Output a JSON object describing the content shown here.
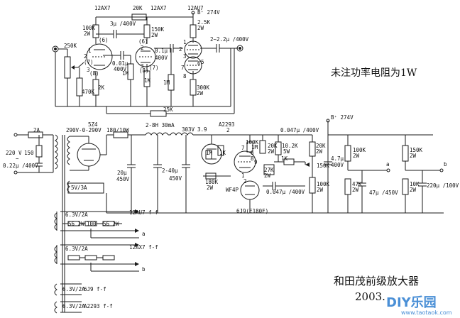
{
  "note": "未注功率电阻为1W",
  "title": "和田茂前级放大器",
  "date": "2003.",
  "watermark": {
    "logo": "DIY乐园",
    "url": "www.taotaok.com"
  },
  "upper": {
    "tube1": "12AX7",
    "tube2": "12AX7",
    "tube3": "12AU7",
    "r_top": "20K",
    "supply": "B⁺ 274V",
    "r100k": "100K",
    "r100k_w": "2W",
    "c3u": "3μ /400V",
    "r150k": "150K",
    "r150k_w": "2W",
    "r25k": "2.5K",
    "r25k_w": "2W",
    "c22": "2~2.2μ /400V",
    "pot": "250K",
    "c001": "0.01μ",
    "c001_v": "400V",
    "c01": "0.1μ",
    "c01_v": "400V",
    "r470k": "470K",
    "r2k": "2K",
    "r1m_a": "1M",
    "r1m_b": "1M",
    "r1k": "1K",
    "r300k": "300K",
    "r300k_w": "2W",
    "r25k_fb": "25K",
    "pins": [
      "(6)",
      "(7)",
      "(8)",
      "(6)",
      "(7)",
      "(8)",
      "1",
      "2",
      "3",
      "1",
      "2",
      "3",
      "5",
      "6",
      "7",
      "8",
      "2",
      "3"
    ]
  },
  "lower": {
    "fuse": "2A",
    "mains": "220 V",
    "ac": "~",
    "r150": "150",
    "cap_in": "0.22μ /400V",
    "rect": "5Z4",
    "hv": "290V-0-290V",
    "r180": "180/10W",
    "choke": "2-8H 30mA",
    "v303": "303V",
    "v39": "3.9",
    "tube_a": "A2293",
    "tube_a_pin": "2",
    "c20": "20μ",
    "c20_v": "450V",
    "c40": "2-40μ",
    "c40_v": "450V",
    "fil": "5V/3A",
    "c0047a": "0.047μ /400V",
    "supply2": "B⁺ 274V",
    "c47a": "4.7μ",
    "c47a_v": "400V",
    "r100k_a": "100K",
    "r100k_b": "100K",
    "r100k_bw": "2W",
    "r20k": "20K",
    "r20k_w": "2W",
    "r102k": "10.2K",
    "r102k_w": "5W",
    "r150k": "150K",
    "r100k_c": "100K",
    "r100k_cw": "2W",
    "r47k": "47K",
    "r47k_w": "2W",
    "c47": "47μ /450V",
    "r150k_b": "150K",
    "r150k_bw": "2W",
    "r10k": "10K",
    "r10k_w": "2W",
    "c220": "220μ /100V",
    "r1m": "1M",
    "r1k": "1K",
    "r1k_b": "1K",
    "r27k": "27K",
    "r27k_w": "2W",
    "r180k": "180K",
    "r180k_w": "2W",
    "tube_b": "WF4P",
    "tube_c": "6J9(E180F)",
    "c0047b": "0.047μ /400V",
    "label_a": "a",
    "label_b": "b",
    "pins": [
      "7",
      "6",
      "1",
      "8",
      "9",
      "2"
    ]
  },
  "heaters": [
    {
      "supply": "6.3V/2A",
      "tube": "12AU7 f-f",
      "r1": "56 2W",
      "r2": "100",
      "r3": "56 2W",
      "out": "a"
    },
    {
      "supply": "6.3V/2A",
      "tube": "12AX7 f-f",
      "r1": "",
      "r2": "",
      "r3": "",
      "out": "b"
    },
    {
      "supply": "6.3V/2A",
      "tube": "6J9 f-f"
    },
    {
      "supply": "6.3V/2A",
      "tube": "A2293 f-f"
    }
  ]
}
